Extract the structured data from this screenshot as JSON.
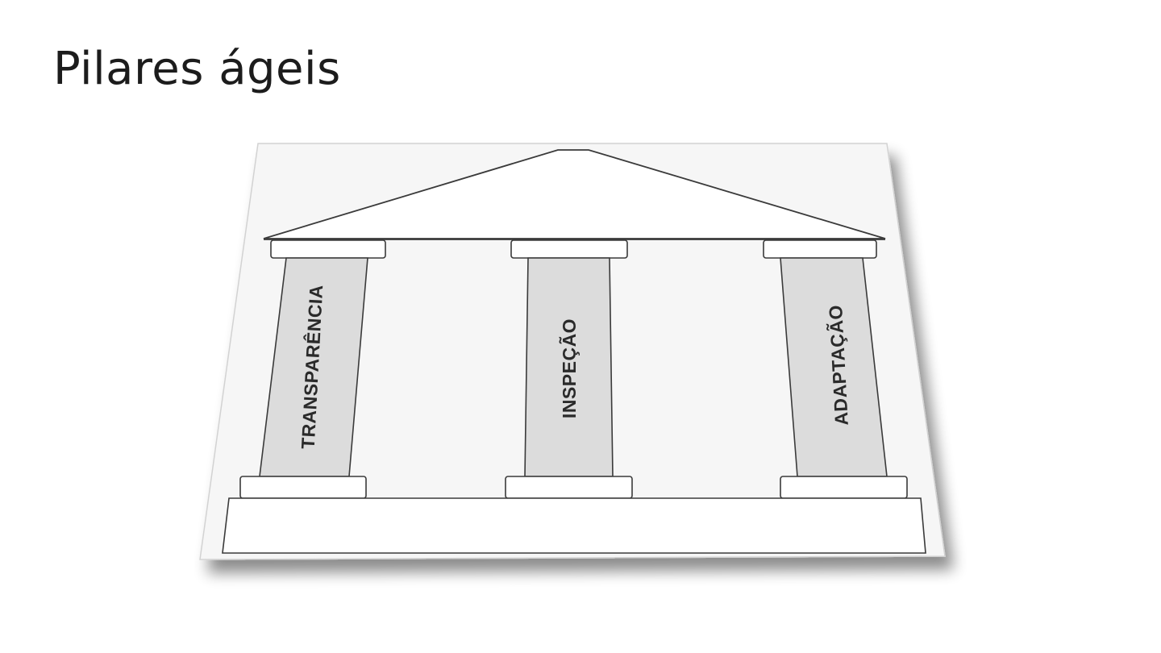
{
  "slide": {
    "title": "Pilares ágeis"
  },
  "diagram": {
    "pillars": [
      {
        "label": "TRANSPARÊNCIA"
      },
      {
        "label": "INSPEÇÃO"
      },
      {
        "label": "ADAPTAÇÃO"
      }
    ]
  },
  "colors": {
    "card": "#f6f6f6",
    "column": "#dcdcdc",
    "outline": "#3a3a3a"
  }
}
